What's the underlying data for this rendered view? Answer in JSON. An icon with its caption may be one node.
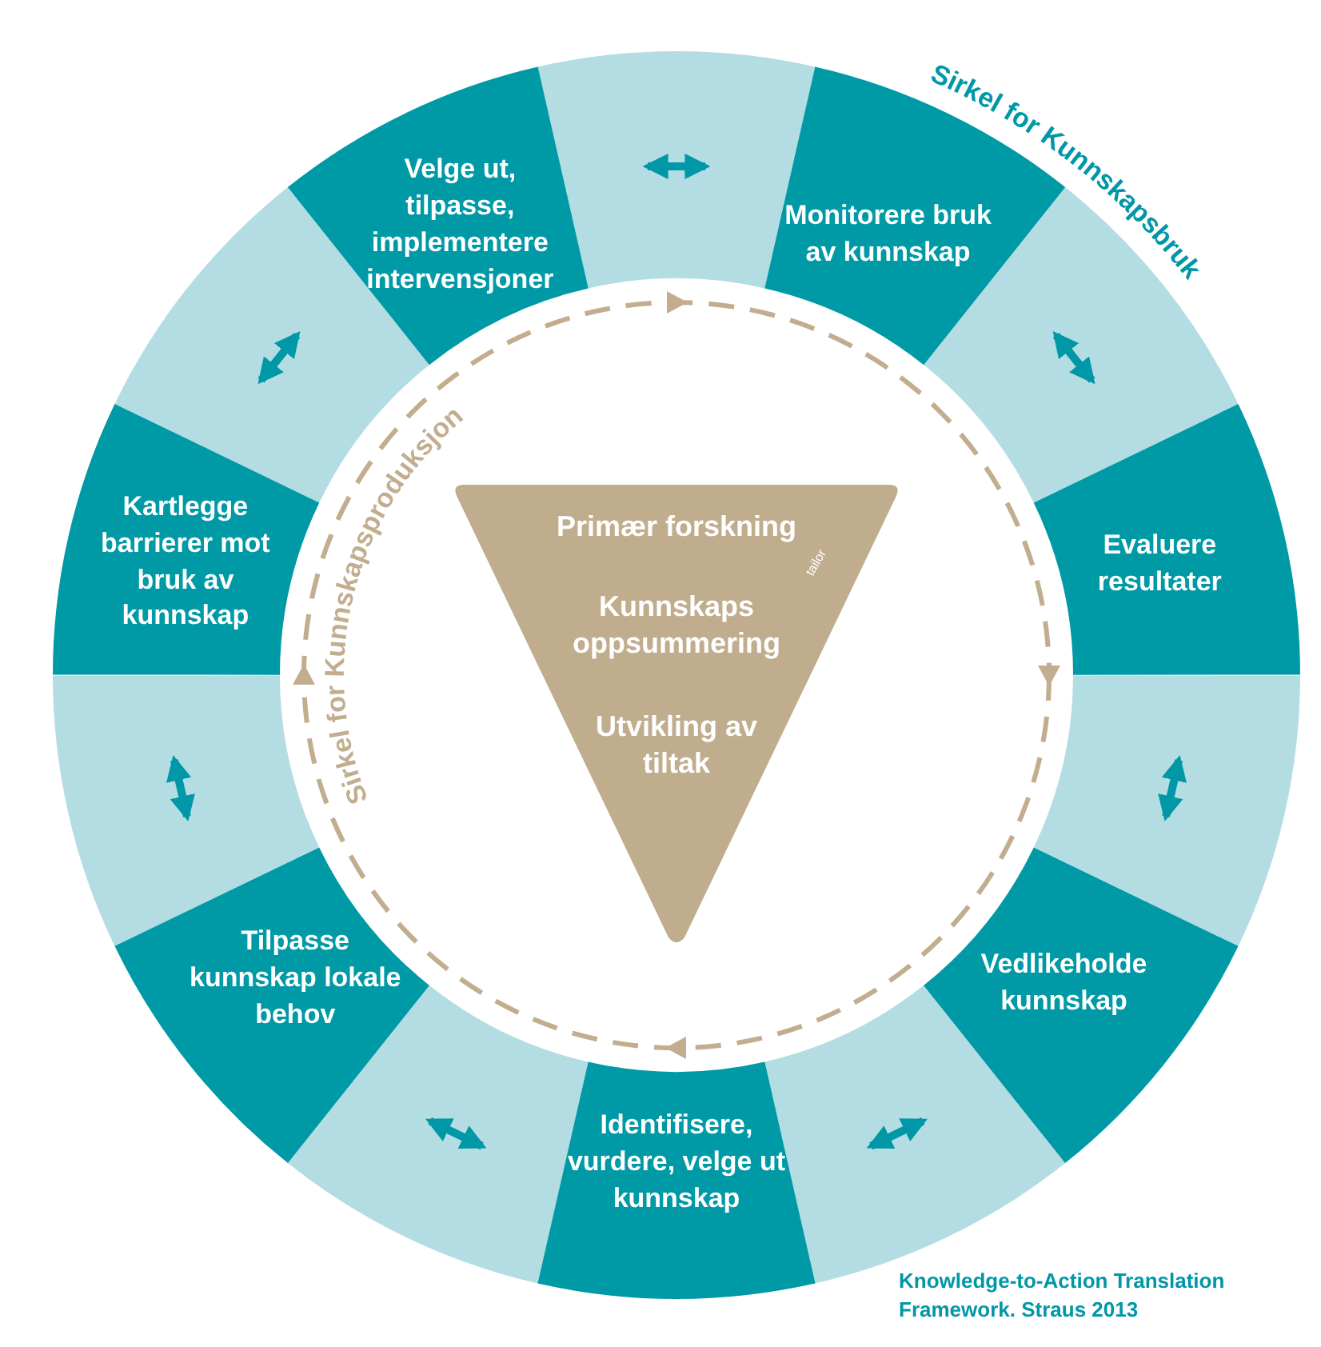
{
  "diagram": {
    "caption": "Knowledge-to-Action Translation Framework. Straus 2013",
    "nodes": [
      {
        "text": [
          "Velge ut, tilpasse, implementere intervensjoner"
        ]
      },
      {
        "text": [
          "Monitorere bruk av kunnskap"
        ]
      },
      {
        "text": [
          "Evaluere resultater"
        ]
      },
      {
        "text": [
          "Vedlikeholde kunnskap"
        ]
      },
      {
        "text": [
          "Identifisere, vurdere, velge ut kunnskap"
        ]
      },
      {
        "text": [
          "Tilpasse kunnskap lokale behov"
        ]
      },
      {
        "text": [
          "Kartlegge barrierer mot bruk av kunnskap"
        ]
      },
      {
        "text": [
          "Primær forskning",
          "Kunnskaps oppsummering",
          "Utvikling av tiltak",
          "tailor"
        ]
      }
    ],
    "edges": [
      {
        "from": 0,
        "to": 1,
        "arrow": "both"
      },
      {
        "from": 1,
        "to": 2,
        "arrow": "both"
      },
      {
        "from": 2,
        "to": 3,
        "arrow": "both"
      },
      {
        "from": 3,
        "to": 4,
        "arrow": "both"
      },
      {
        "from": 4,
        "to": 5,
        "arrow": "both"
      },
      {
        "from": 5,
        "to": 6,
        "arrow": "both"
      },
      {
        "from": 6,
        "to": 0,
        "arrow": "both"
      }
    ],
    "labels": [
      "Sirkel for Kunnskapsbruk",
      "Sirkel for Kunnskapsproduksjon"
    ]
  }
}
